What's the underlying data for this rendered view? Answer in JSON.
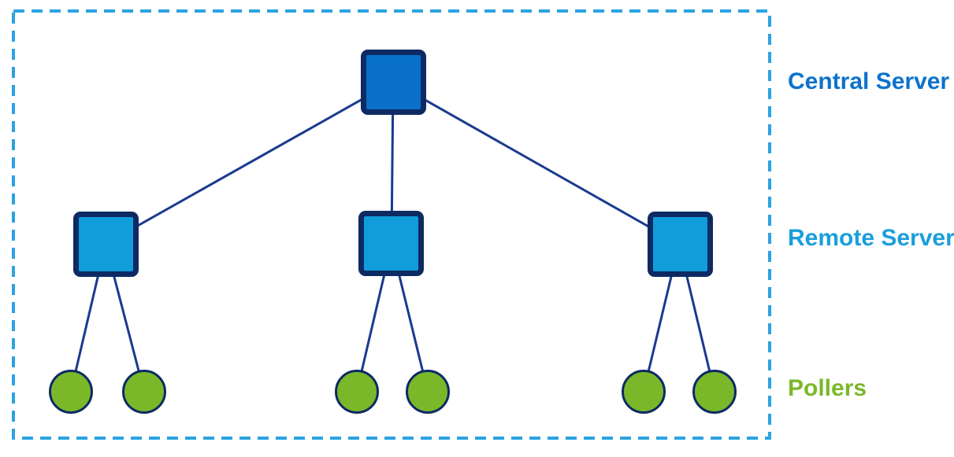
{
  "diagram": {
    "type": "network-topology-tree",
    "labels": {
      "central_server": "Central Server",
      "remote_servers": "Remote Servers",
      "pollers": "Pollers"
    },
    "structure": {
      "central_servers": 1,
      "remote_servers": 3,
      "pollers_per_remote_server": 2,
      "total_pollers": 6
    },
    "colors": {
      "central_fill": "#0971c9",
      "remote_fill": "#119ddb",
      "poller_fill": "#7ab829",
      "node_border": "#0d2a63",
      "connector": "#1a3a8f",
      "boundary": "#2aa3e2",
      "central_label": "#0c72cc",
      "remote_label": "#1a9edb",
      "poller_label": "#7ab829"
    }
  }
}
